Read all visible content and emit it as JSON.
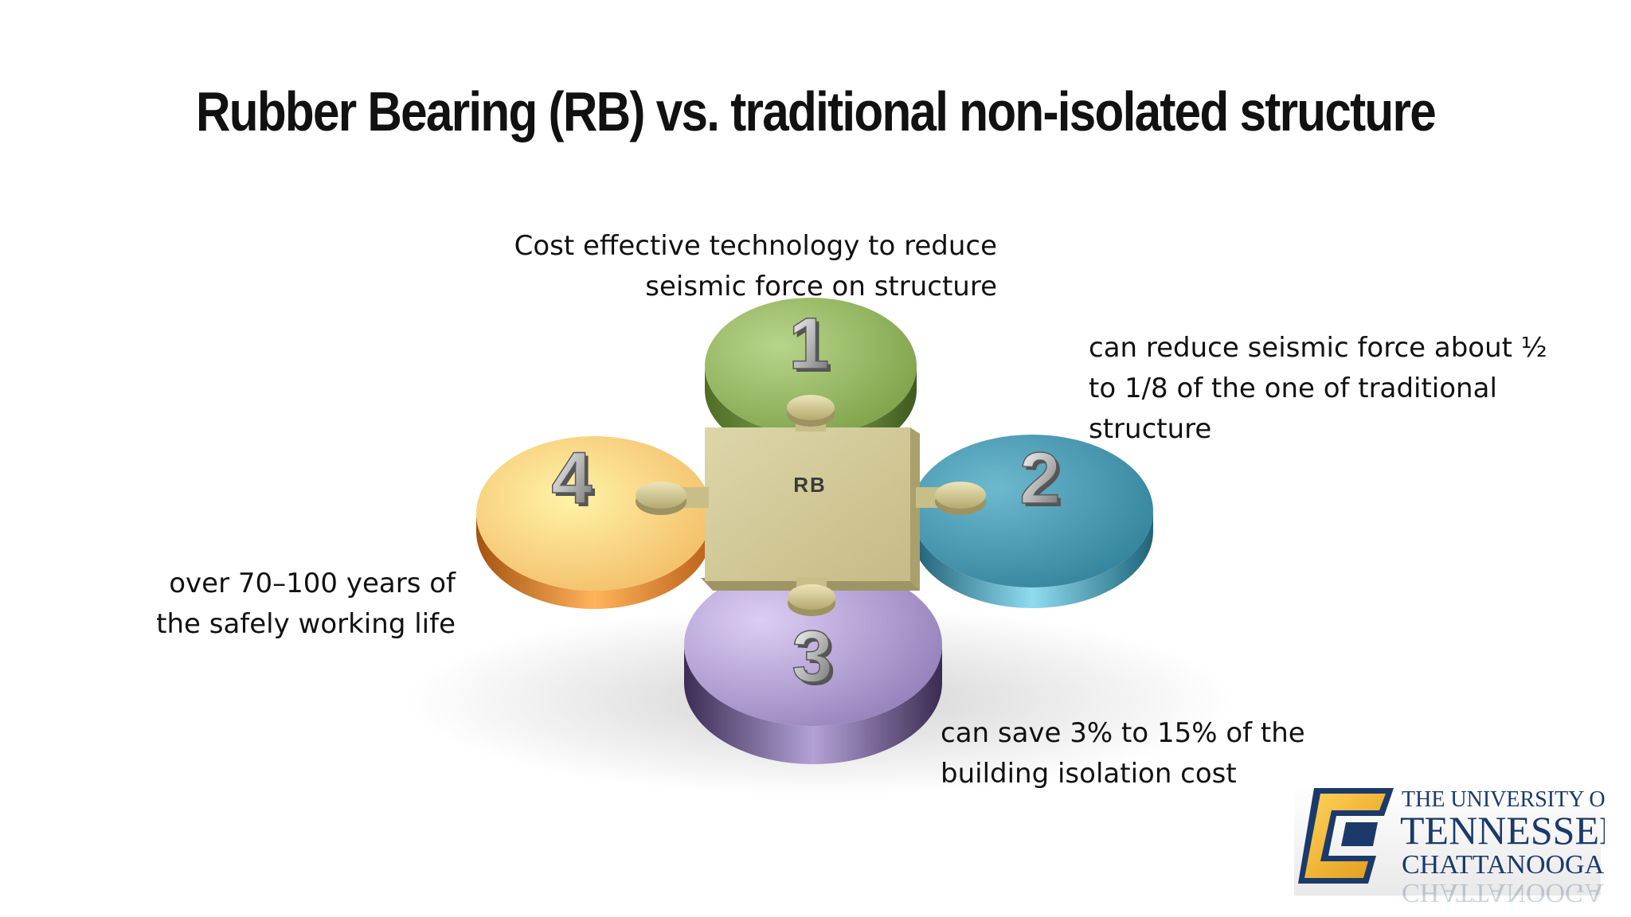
{
  "slide": {
    "title": "Rubber Bearing (RB) vs. traditional non-isolated structure"
  },
  "diagram": {
    "center_label": "RB",
    "items": [
      {
        "number": "1",
        "color": "#8faf5a",
        "caption_lines": [
          "Cost effective technology to reduce",
          "seismic force on structure"
        ]
      },
      {
        "number": "2",
        "color": "#3e93aa",
        "caption_lines": [
          "can reduce seismic force about ½",
          "to 1/8 of the one of traditional",
          "structure"
        ]
      },
      {
        "number": "3",
        "color": "#a592c8",
        "caption_lines": [
          "can save 3% to 15% of the",
          "building isolation cost"
        ]
      },
      {
        "number": "4",
        "color": "#f4c56a",
        "caption_lines": [
          "over 70–100 years of",
          "the safely working life"
        ]
      }
    ]
  },
  "logo": {
    "line1": "THE UNIVERSITY OF",
    "line2": "TENNESSEE",
    "line3": "CHATTANOOGA",
    "accent_color": "#f2b233",
    "text_color": "#1b3a6b"
  }
}
